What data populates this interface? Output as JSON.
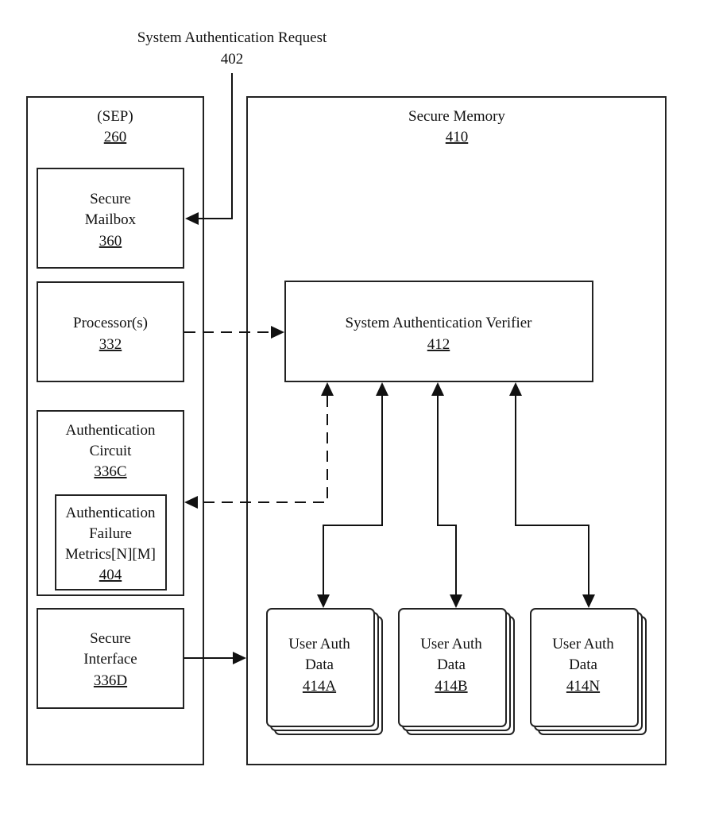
{
  "request": {
    "label": "System Authentication Request",
    "ref": "402"
  },
  "sep": {
    "label": "(SEP)",
    "ref": "260"
  },
  "secure_mailbox": {
    "line1": "Secure",
    "line2": "Mailbox",
    "ref": "360"
  },
  "processor": {
    "label": "Processor(s)",
    "ref": "332"
  },
  "auth_circuit": {
    "line1": "Authentication",
    "line2": "Circuit",
    "ref": "336C"
  },
  "failure_metrics": {
    "line1": "Authentication",
    "line2": "Failure",
    "line3": "Metrics[N][M]",
    "ref": "404"
  },
  "secure_interface": {
    "line1": "Secure",
    "line2": "Interface",
    "ref": "336D"
  },
  "secure_memory": {
    "label": "Secure Memory",
    "ref": "410"
  },
  "verifier": {
    "label": "System Authentication Verifier",
    "ref": "412"
  },
  "user_auth": [
    {
      "line1": "User Auth",
      "line2": "Data",
      "ref": "414A"
    },
    {
      "line1": "User Auth",
      "line2": "Data",
      "ref": "414B"
    },
    {
      "line1": "User Auth",
      "line2": "Data",
      "ref": "414N"
    }
  ]
}
